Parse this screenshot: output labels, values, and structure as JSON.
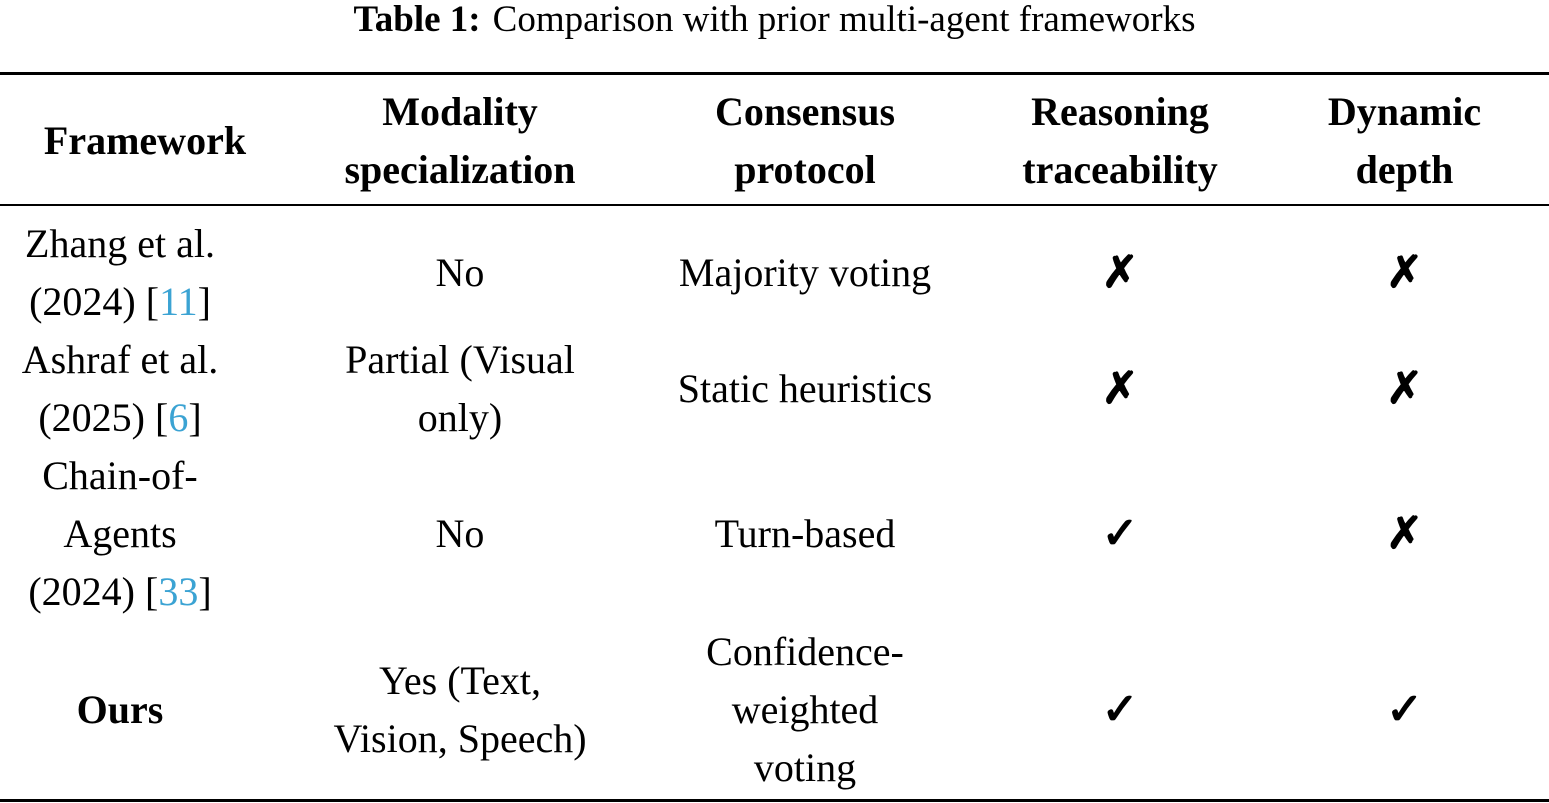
{
  "caption": {
    "label": "Table 1:",
    "text": "Comparison with prior multi-agent frameworks"
  },
  "table": {
    "headers": [
      {
        "lines": [
          "Framework"
        ]
      },
      {
        "lines": [
          "Modality",
          "specialization"
        ]
      },
      {
        "lines": [
          "Consensus",
          "protocol"
        ]
      },
      {
        "lines": [
          "Reasoning",
          "traceability"
        ]
      },
      {
        "lines": [
          "Dynamic",
          "depth"
        ]
      }
    ],
    "rows": [
      {
        "framework": {
          "line1": "Zhang et al.",
          "line2_pre": "(2024) [",
          "cite": "11",
          "line2_post": "]"
        },
        "modality": [
          "No"
        ],
        "consensus": [
          "Majority voting"
        ],
        "traceability": "✗",
        "depth": "✗"
      },
      {
        "framework": {
          "line1": "Ashraf et al.",
          "line2_pre": "(2025) [",
          "cite": "6",
          "line2_post": "]"
        },
        "modality": [
          "Partial (Visual",
          "only)"
        ],
        "consensus": [
          "Static heuristics"
        ],
        "traceability": "✗",
        "depth": "✗"
      },
      {
        "framework": {
          "line1": "Chain-of-",
          "line1b": "Agents",
          "line2_pre": "(2024) [",
          "cite": "33",
          "line2_post": "]"
        },
        "modality": [
          "No"
        ],
        "consensus": [
          "Turn-based"
        ],
        "traceability": "✓",
        "depth": "✗"
      },
      {
        "framework": {
          "line1": "Ours"
        },
        "modality": [
          "Yes (Text,",
          "Vision, Speech)"
        ],
        "consensus": [
          "Confidence-",
          "weighted",
          "voting"
        ],
        "traceability": "✓",
        "depth": "✓"
      }
    ]
  }
}
